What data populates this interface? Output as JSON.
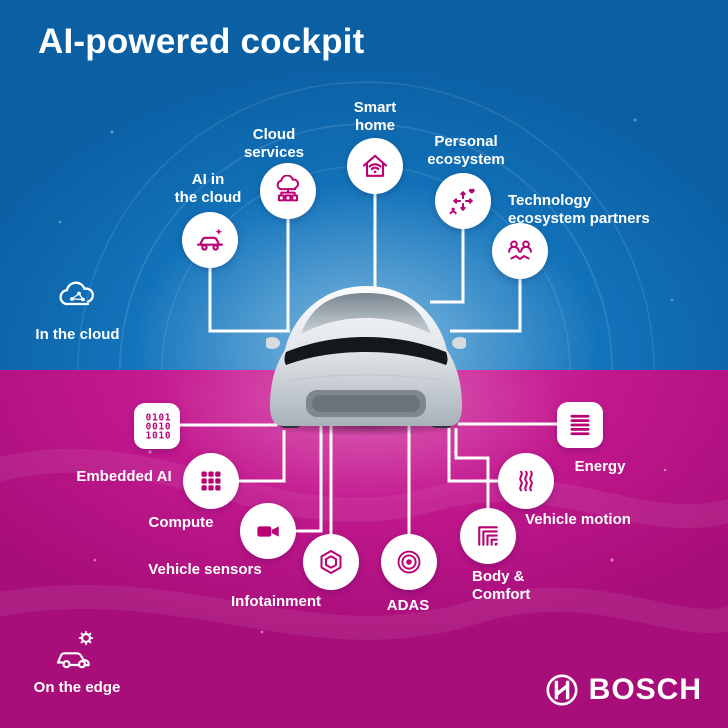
{
  "title": "AI-powered cockpit",
  "colors": {
    "cloud_blue": "#1273ba",
    "edge_magenta": "#c2188e",
    "icon_magenta": "#b90276",
    "line_white": "#ffffff"
  },
  "zones": {
    "cloud": {
      "label": "In the cloud",
      "icon": "cloud-molecule-icon"
    },
    "edge": {
      "label": "On the edge",
      "icon": "car-gear-icon"
    }
  },
  "cloud_nodes": [
    {
      "label": "AI in\nthe cloud",
      "icon": "ai-car-icon"
    },
    {
      "label": "Cloud\nservices",
      "icon": "cloud-services-icon"
    },
    {
      "label": "Smart\nhome",
      "icon": "smart-home-icon"
    },
    {
      "label": "Personal\necosystem",
      "icon": "personal-ecosystem-icon"
    },
    {
      "label": "Technology\necosystem partners",
      "icon": "ecosystem-partners-icon"
    }
  ],
  "edge_nodes": [
    {
      "label": "Embedded AI",
      "icon": "binary-code-icon"
    },
    {
      "label": "Compute",
      "icon": "chip-grid-icon"
    },
    {
      "label": "Vehicle sensors",
      "icon": "camera-icon"
    },
    {
      "label": "Infotainment",
      "icon": "hexagon-icon"
    },
    {
      "label": "ADAS",
      "icon": "radar-rings-icon"
    },
    {
      "label": "Body &\nComfort",
      "icon": "stacked-layers-icon"
    },
    {
      "label": "Vehicle motion",
      "icon": "motion-waves-icon"
    },
    {
      "label": "Energy",
      "icon": "energy-lines-icon"
    }
  ],
  "brand": {
    "name": "BOSCH",
    "symbol": "bosch-anchor-icon"
  }
}
